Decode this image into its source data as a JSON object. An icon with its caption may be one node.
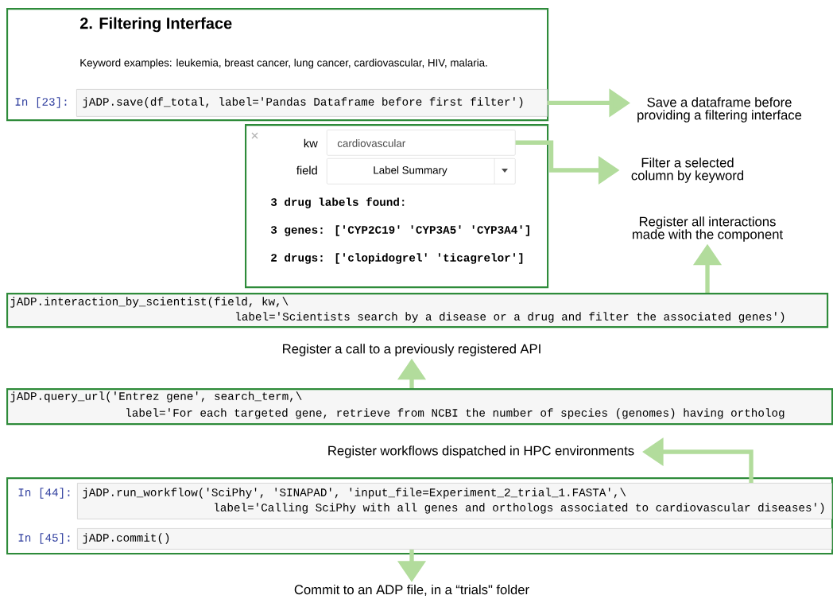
{
  "diagram": {
    "nodes": [
      {
        "text": [
          "2. Filtering Interface",
          "Keyword examples: leukemia, breast cancer, lung cancer, cardiovascular, HIV, malaria."
        ]
      },
      {
        "text": [
          "jADP.save(df_total, label='Pandas Dataframe before first filter')"
        ],
        "beside": [
          "In [23]:"
        ],
        "in": 0
      },
      {
        "text": [
          "kw",
          "field",
          "3 drug labels found:",
          "3 genes: ['CYP2C19' 'CYP3A5' 'CYP3A4']",
          "2 drugs: ['clopidogrel' 'ticagrelor']"
        ]
      },
      {
        "text": [
          "cardiovascular"
        ],
        "in": 2
      },
      {
        "text": [
          "Label Summary"
        ],
        "in": 2
      },
      {
        "text": [
          "Save a dataframe before providing a filtering interface"
        ]
      },
      {
        "text": [
          "Filter a selected column by keyword"
        ]
      },
      {
        "text": [
          "Register all interactions made with the component"
        ]
      },
      {
        "text": [
          "jADP.interaction_by_scientist(field, kw,\\",
          "label='Scientists search by a disease or a drug and filter the associated genes')"
        ]
      },
      {
        "text": [
          "Register a call to a previously registered API"
        ]
      },
      {
        "text": [
          "jADP.query_url('Entrez gene', search_term,\\",
          "label='For each targeted gene, retrieve from NCBI the number of species (genomes) having ortholog"
        ]
      },
      {
        "text": [
          "Register workflows dispatched in HPC environments"
        ]
      },
      {
        "text": [],
        "shape": "box"
      },
      {
        "text": [
          "jADP.run_workflow('SciPhy', 'SINAPAD', 'input_file=Experiment_2_trial_1.FASTA',\\",
          "label='Calling SciPhy with all genes and orthologs associated to cardiovascular diseases')"
        ],
        "beside": [
          "In [44]:"
        ],
        "in": 12
      },
      {
        "text": [
          "jADP.commit()"
        ],
        "beside": [
          "In [45]:"
        ],
        "in": 12
      },
      {
        "text": [
          "Commit to an ADP file, in a “trials\" folder"
        ]
      }
    ],
    "edges": [
      {
        "from": 1,
        "to": 5,
        "arrow": "to"
      },
      {
        "from": 3,
        "to": 6,
        "arrow": "to"
      },
      {
        "from": 8,
        "to": 7,
        "arrow": "to"
      },
      {
        "from": 10,
        "to": 9,
        "arrow": "to"
      },
      {
        "from": 13,
        "to": 11,
        "arrow": "to"
      },
      {
        "from": 14,
        "to": 15,
        "arrow": "to"
      }
    ]
  }
}
